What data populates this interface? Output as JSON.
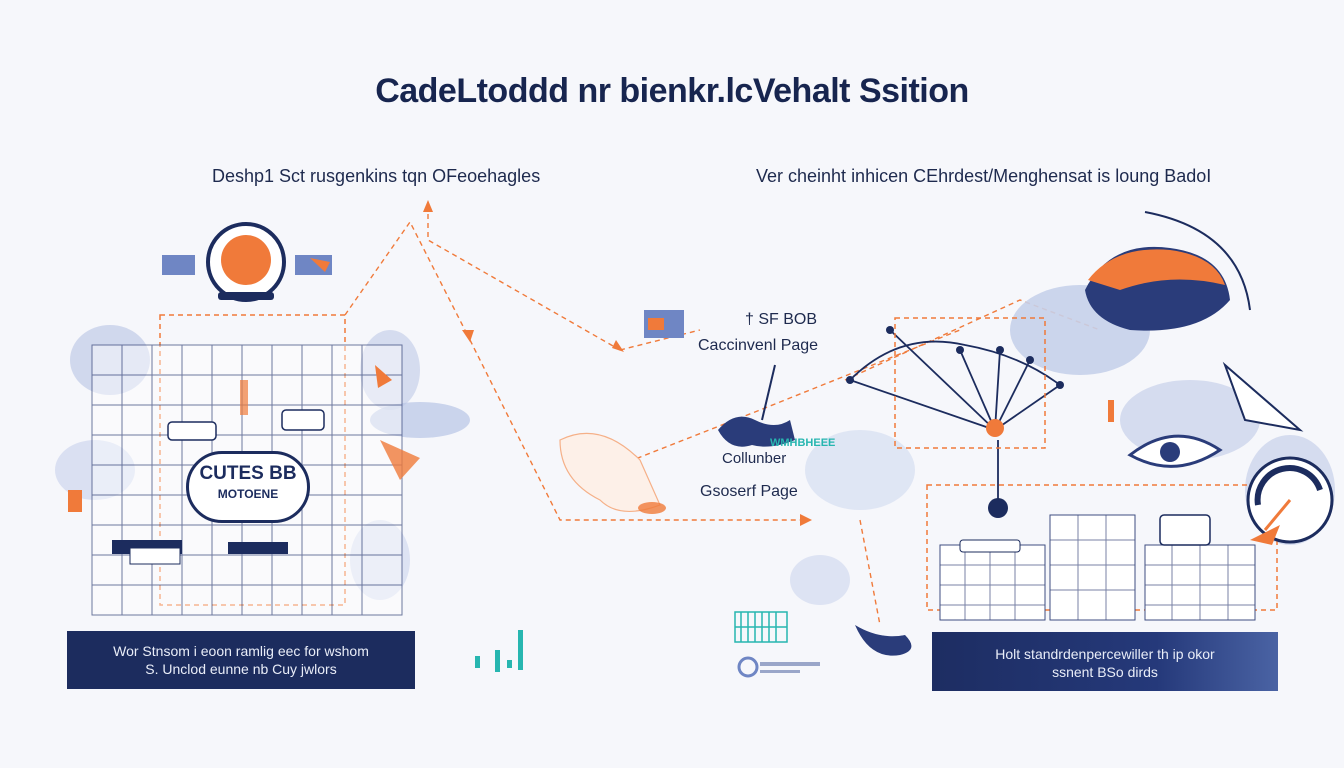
{
  "header": {
    "title": "CadeLtoddd nr bienkr.lcVehalt Ssition"
  },
  "left": {
    "subtitle": "Deshp1 Sct rusgenkins tqn OFeoehagles",
    "badge_line1": "CUTES BB",
    "badge_line2": "MOTOENE",
    "panel_line1": "Wor Stnsom i eoon ramlig eec for wshom",
    "panel_line2": "S. Unclod eunne nb Cuy jwlors"
  },
  "right": {
    "subtitle": "Ver cheinht inhicen CEhrdest/Menghensat is loung BadoI",
    "panel_line1": "Holt standrdenpercewiller th ip okor",
    "panel_line2": "ssnent BSo dirds"
  },
  "middle": {
    "label1": "† SF BOB",
    "label2": "Caccinvenl Page",
    "label3_teal": "WMHBHEEE",
    "label4": "Collunber",
    "label5": "Gsoserf Page"
  },
  "colors": {
    "navy": "#1c2c5e",
    "orange": "#f07a3a",
    "periwinkle": "#6f86c4",
    "teal": "#27b6b0",
    "background": "#f6f7fb"
  }
}
